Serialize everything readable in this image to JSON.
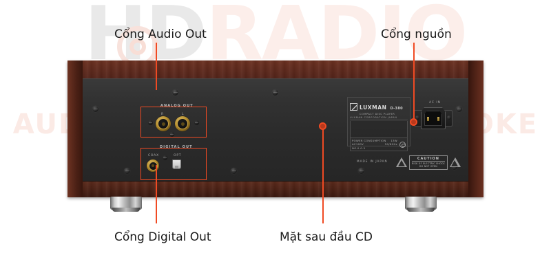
{
  "watermark": {
    "primary_dark": "HD",
    "primary_light": "RADIO",
    "tagline": "AUDIO HOME CINEMA KARAOKE",
    "color_dark": "#e9e9e9",
    "color_light": "#fceeea"
  },
  "callouts": [
    {
      "id": "audio-out",
      "label": "Cổng Audio Out",
      "position": "top-left"
    },
    {
      "id": "power-port",
      "label": "Cổng nguồn",
      "position": "top-right"
    },
    {
      "id": "digital-out",
      "label": "Cổng Digital Out",
      "position": "bottom-left"
    },
    {
      "id": "rear-panel",
      "label": "Mặt sau đầu CD",
      "position": "bottom-right"
    }
  ],
  "accent_color": "#f04a23",
  "device": {
    "panel_groups": [
      {
        "id": "analog-out",
        "caption": "ANALOG OUT",
        "jacks": [
          {
            "label": "R",
            "type": "rca"
          },
          {
            "label": "L",
            "type": "rca"
          }
        ]
      },
      {
        "id": "digital-out",
        "caption": "DIGITAL OUT",
        "jacks": [
          {
            "label": "COAX",
            "type": "rca"
          },
          {
            "label": "OPT",
            "type": "optical"
          }
        ]
      }
    ],
    "spec_plate": {
      "brand": "LUXMAN",
      "model": "D-380",
      "product_type": "COMPACT DISC PLAYER",
      "corporation": "LUXMAN CORPORATION  JAPAN",
      "power_consumption_label": "POWER CONSUMPTION",
      "power_consumption_value": "13W",
      "voltage_label": "AC100V",
      "frequency_label": "50/60Hz",
      "serial_label": "NO.0.0.5",
      "made_in": "MADE IN JAPAN"
    },
    "ac_inlet": {
      "label": "AC IN"
    },
    "caution": {
      "title": "CAUTION",
      "line1": "RISK OF ELECTRIC SHOCK",
      "line2": "DO NOT OPEN"
    }
  }
}
